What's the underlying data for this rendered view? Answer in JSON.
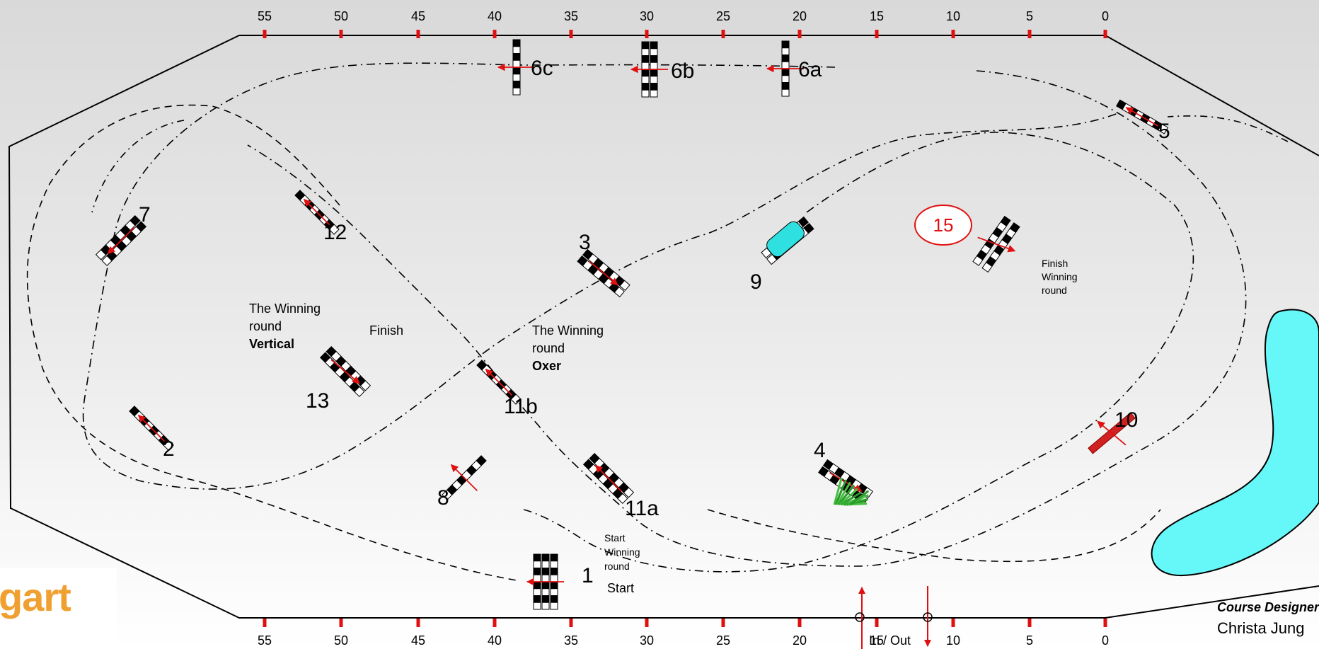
{
  "scale": {
    "top": [
      "55",
      "50",
      "45",
      "40",
      "35",
      "30",
      "25",
      "20",
      "15",
      "10",
      "5",
      "0"
    ],
    "bottom": [
      "55",
      "50",
      "45",
      "40",
      "35",
      "30",
      "25",
      "20",
      "15",
      "10",
      "5",
      "0"
    ]
  },
  "jumps": [
    {
      "id": "1",
      "label": "1"
    },
    {
      "id": "2",
      "label": "2"
    },
    {
      "id": "3",
      "label": "3"
    },
    {
      "id": "4",
      "label": "4"
    },
    {
      "id": "5",
      "label": "5"
    },
    {
      "id": "6a",
      "label": "6a"
    },
    {
      "id": "6b",
      "label": "6b"
    },
    {
      "id": "6c",
      "label": "6c"
    },
    {
      "id": "7",
      "label": "7"
    },
    {
      "id": "8",
      "label": "8"
    },
    {
      "id": "9",
      "label": "9"
    },
    {
      "id": "10",
      "label": "10"
    },
    {
      "id": "11a",
      "label": "11a"
    },
    {
      "id": "11b",
      "label": "11b"
    },
    {
      "id": "12",
      "label": "12"
    },
    {
      "id": "13",
      "label": "13"
    }
  ],
  "jump15_label": "15",
  "notes": {
    "start": "Start",
    "start_winning": [
      "Start",
      "Winning",
      "round"
    ],
    "finish": "Finish",
    "finish_winning": [
      "Finish",
      "Winning",
      "round"
    ],
    "winning_vertical": [
      "The Winning",
      "round",
      "Vertical"
    ],
    "winning_oxer": [
      "The Winning",
      "round",
      "Oxer"
    ],
    "in_out": "In / Out"
  },
  "logo_text": "gart",
  "designer": {
    "title": "Course Designer",
    "name": "Christa Jung"
  },
  "colors": {
    "arrow": "#e01010",
    "water": "#66f8f8",
    "circle": "#e01010"
  }
}
